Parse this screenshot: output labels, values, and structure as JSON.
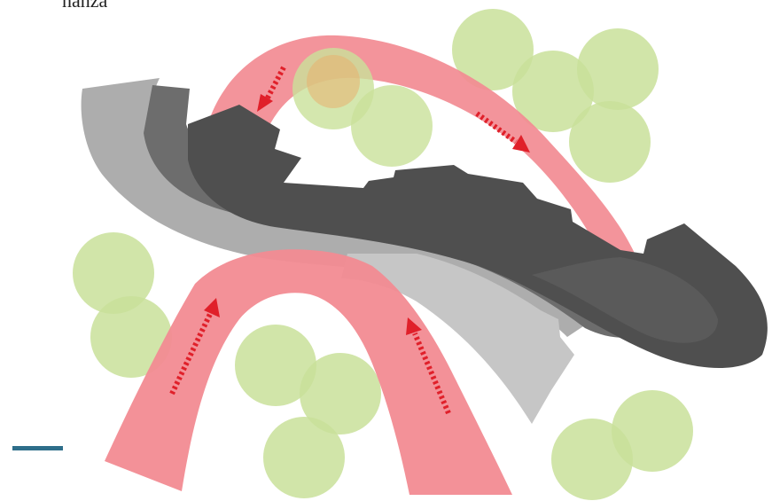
{
  "caption": "nanza",
  "colors": {
    "tree": "#c9e19a",
    "tree_overlap": "#e8b070",
    "flow": "#f28b92",
    "arrow": "#e0202a",
    "building_dark": "#4f4f4f",
    "building_mid": "#6d6d6d",
    "building_light": "#adadad",
    "building_pale": "#c6c6c6",
    "scale_bar": "#2e6e8a"
  },
  "trees": [
    "tree",
    "tree",
    "tree",
    "tree",
    "tree",
    "tree",
    "tree",
    "tree",
    "tree",
    "tree",
    "tree",
    "tree",
    "tree",
    "tree",
    "tree",
    "tree",
    "tree"
  ],
  "flows": [
    "upper-arc-flow",
    "left-arch-flow",
    "right-arch-flow"
  ],
  "arrows": [
    "arrow-down-left",
    "arrow-down-right",
    "arrow-up-left",
    "arrow-up-right"
  ]
}
